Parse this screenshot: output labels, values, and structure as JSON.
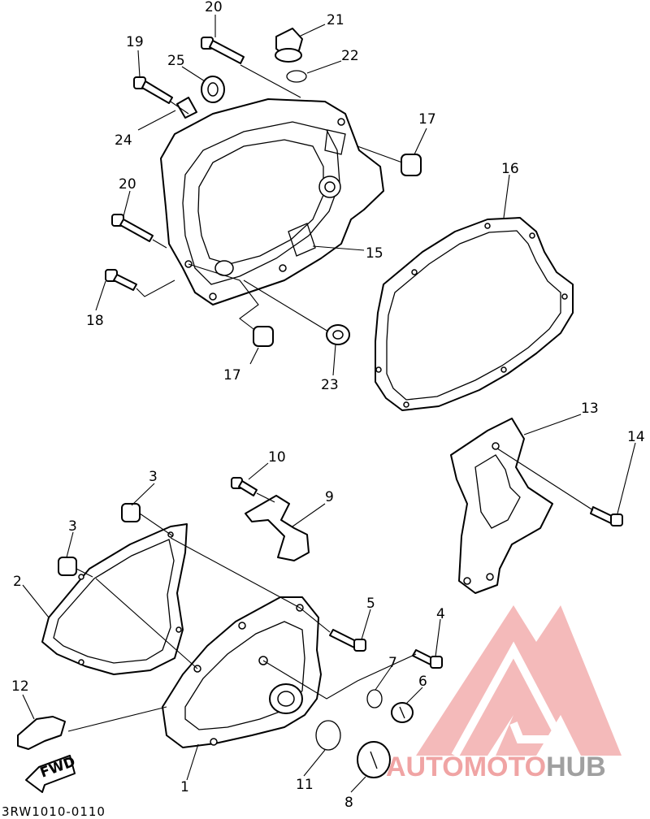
{
  "diagram_code": "3RW1010-0110",
  "fwd_label": "FWD",
  "watermark": {
    "text": "AUTOMOTOHUB",
    "color_main": "#e9a0a0",
    "color_hub": "#9a9a9a",
    "logo_color": "#f1a3a3"
  },
  "callouts": [
    "1",
    "2",
    "3",
    "3",
    "4",
    "5",
    "6",
    "7",
    "8",
    "9",
    "10",
    "11",
    "12",
    "13",
    "14",
    "15",
    "16",
    "17",
    "17",
    "18",
    "19",
    "20",
    "20",
    "21",
    "22",
    "23",
    "24",
    "25"
  ]
}
